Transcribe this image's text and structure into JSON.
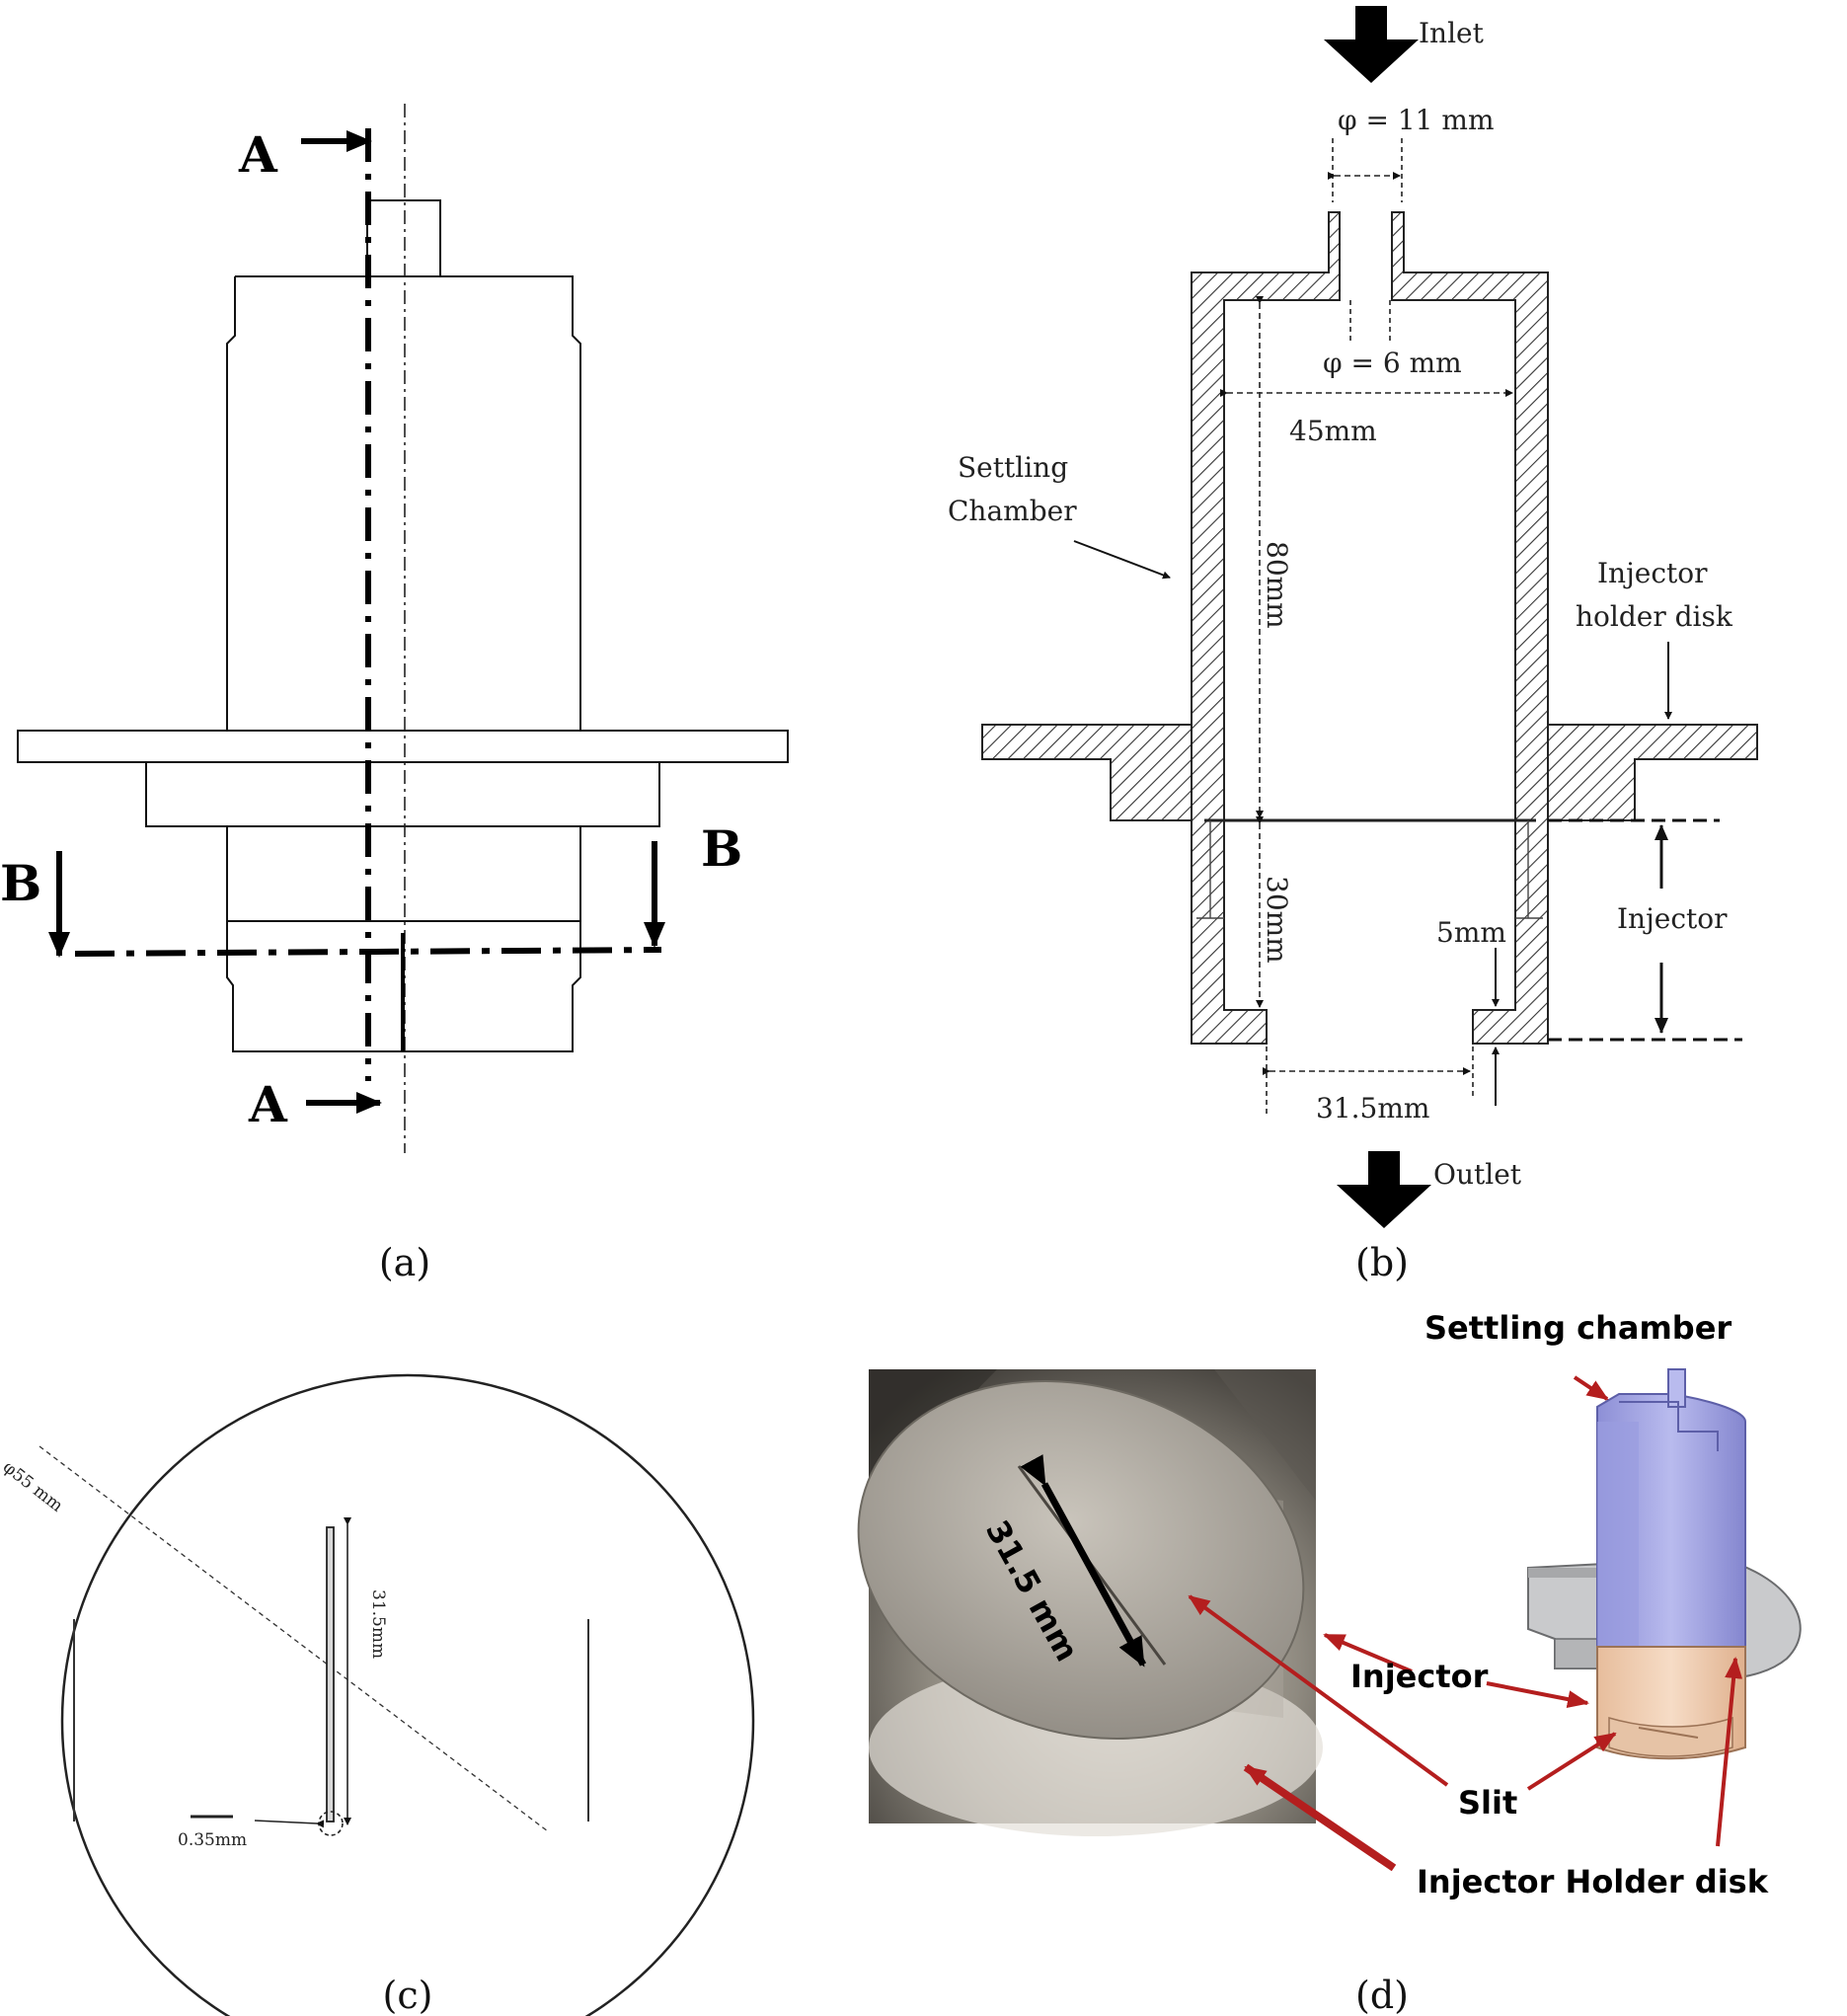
{
  "panel_a": {
    "caption": "(a)",
    "section_a_top": "A",
    "section_a_bottom": "A",
    "section_b_left": "B",
    "section_b_right": "B"
  },
  "panel_b": {
    "caption": "(b)",
    "inlet": "Inlet",
    "outlet": "Outlet",
    "dim_inlet_outer": "φ = 11 mm",
    "dim_inlet_inner": "φ = 6 mm",
    "dim_width": "45mm",
    "dim_height_chamber": "80mm",
    "dim_height_injector": "30mm",
    "dim_bottom_thickness": "5mm",
    "dim_outlet_width": "31.5mm",
    "label_settling_line1": "Settling",
    "label_settling_line2": "Chamber",
    "label_holder_line1": "Injector",
    "label_holder_line2": "holder disk",
    "label_injector": "Injector"
  },
  "panel_c": {
    "caption": "(c)",
    "dim_diameter": "φ55 mm",
    "dim_slit_length": "31.5mm",
    "dim_slit_width": "0.35mm"
  },
  "panel_d": {
    "caption": "(d)",
    "photo_dim": "31.5 mm",
    "label_settling": "Settling chamber",
    "label_injector": "Injector",
    "label_slit": "Slit",
    "label_holder": "Injector Holder disk"
  },
  "colors": {
    "annotation_red": "#b41e1e",
    "settling_blue": "#a9abe3",
    "injector_tan": "#f0cdb0",
    "holder_gray": "#c9cacc"
  }
}
